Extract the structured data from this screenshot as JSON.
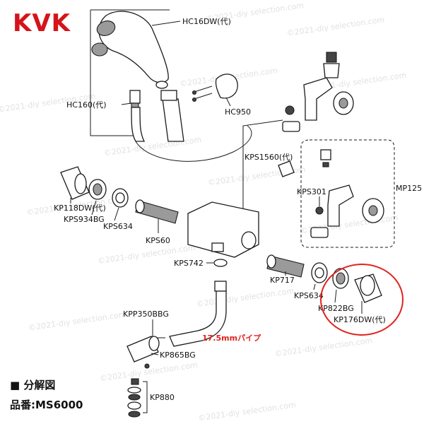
{
  "brand": "KVK",
  "labels": {
    "hc16dw": "HC16DW(代)",
    "hc160": "HC160(代)",
    "hc950": "HC950",
    "kps1560": "KPS1560(代)",
    "mp125": "MP125",
    "kps301": "KPS301",
    "kp118dw": "KP118DW(代)",
    "kps934bg": "KPS934BG",
    "kps634_left": "KPS634",
    "kps60": "KPS60",
    "kps742": "KPS742",
    "kp717": "KP717",
    "kps634_right": "KPS634",
    "kp822bg": "KP822BG",
    "kp176dw": "KP176DW(代)",
    "kpp350bbg": "KPP350BBG",
    "kp865bg": "KP865BG",
    "kp880": "KP880"
  },
  "pipe_note": "17.5mmパイプ",
  "footer": {
    "title": "■ 分解図",
    "model": "品番:MS6000"
  },
  "watermark": "©2021-diy selection.com",
  "colors": {
    "brand": "#d4141a",
    "highlight_circle": "#e0231f",
    "pipe_note": "#e0231f"
  }
}
